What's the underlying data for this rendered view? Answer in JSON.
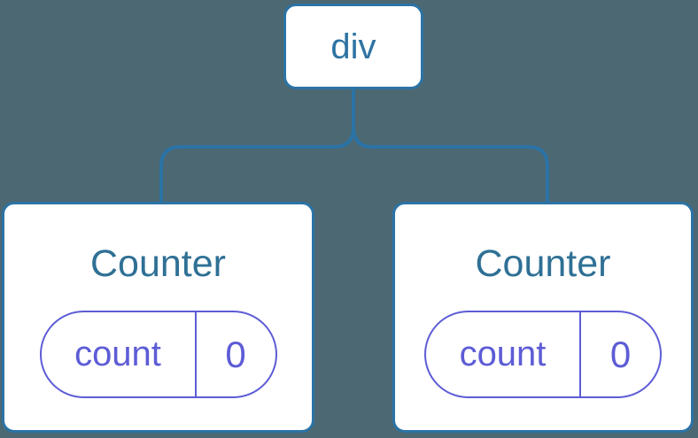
{
  "colors": {
    "background": "#4C6872",
    "line_blue": "#2B73A6",
    "node_bg": "#FFFFFF",
    "root_label_color": "#2D73A3",
    "component_title_color": "#2F7095",
    "state_purple": "#5D5CD6"
  },
  "tree": {
    "root": {
      "label": "div"
    },
    "children": [
      {
        "title": "Counter",
        "state": {
          "key": "count",
          "value": "0"
        }
      },
      {
        "title": "Counter",
        "state": {
          "key": "count",
          "value": "0"
        }
      }
    ]
  }
}
